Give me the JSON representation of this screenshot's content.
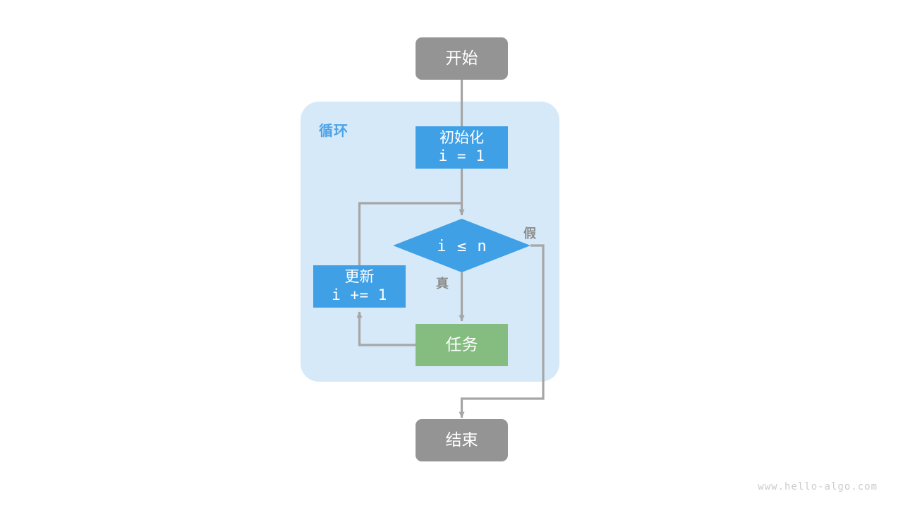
{
  "page": {
    "background_color": "#ffffff",
    "watermark": "www.hello-algo.com"
  },
  "palette": {
    "terminal_gray": "#949494",
    "process_blue": "#3fa0e6",
    "process_green": "#85bc7f",
    "loop_container_bg": "#d6e9f8",
    "loop_label_blue": "#4da3e8",
    "connector_gray": "#a6a6a6",
    "node_text": "#ffffff",
    "edge_label_gray": "#8d8d8d",
    "watermark_gray": "#cccccc"
  },
  "diagram": {
    "type": "flowchart",
    "title": "",
    "loop_group": {
      "label": "循环"
    },
    "nodes": [
      {
        "id": "start",
        "shape": "rounded-rectangle",
        "label": "开始",
        "color": "#949494"
      },
      {
        "id": "init",
        "shape": "rectangle",
        "label_line1": "初始化",
        "label_line2": "i = 1",
        "color": "#3fa0e6"
      },
      {
        "id": "condition",
        "shape": "diamond",
        "label": "i ≤ n",
        "color": "#3fa0e6"
      },
      {
        "id": "update",
        "shape": "rectangle",
        "label_line1": "更新",
        "label_line2": "i += 1",
        "color": "#3fa0e6"
      },
      {
        "id": "task",
        "shape": "rectangle",
        "label": "任务",
        "color": "#85bc7f"
      },
      {
        "id": "end",
        "shape": "rounded-rectangle",
        "label": "结束",
        "color": "#949494"
      }
    ],
    "edge_labels": {
      "true_branch": "真",
      "false_branch": "假"
    }
  }
}
